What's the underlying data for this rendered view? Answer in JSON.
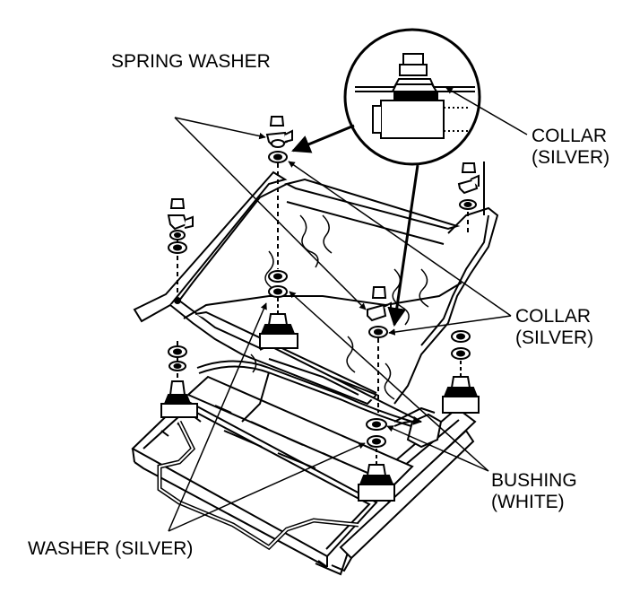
{
  "labels": {
    "spring_washer": "SPRING WASHER",
    "collar_top_line1": "COLLAR",
    "collar_top_line2": "(SILVER)",
    "collar_mid_line1": "COLLAR",
    "collar_mid_line2": "(SILVER)",
    "bushing_line1": "BUSHING",
    "bushing_line2": "(WHITE)",
    "washer": "WASHER (SILVER)"
  }
}
